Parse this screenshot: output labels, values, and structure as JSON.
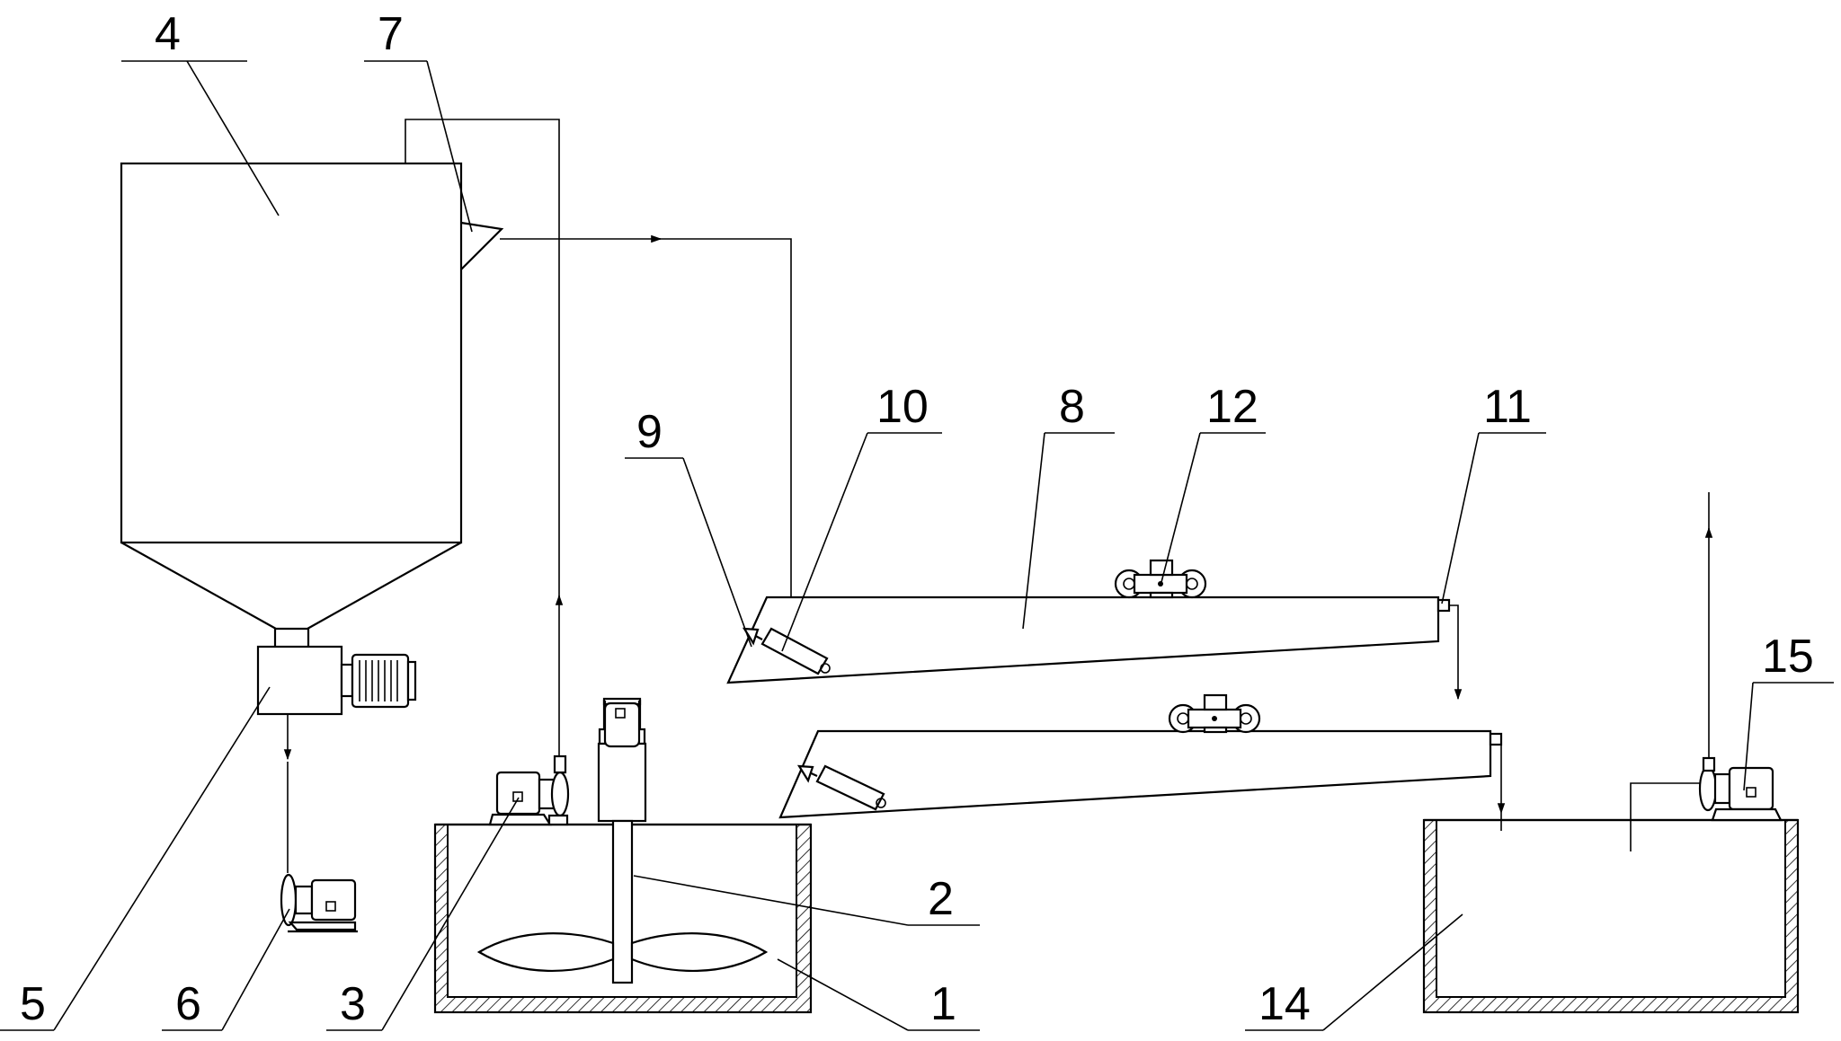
{
  "labels": {
    "l1": "1",
    "l2": "2",
    "l3": "3",
    "l4": "4",
    "l5": "5",
    "l6": "6",
    "l7": "7",
    "l8": "8",
    "l9": "9",
    "l10": "10",
    "l11": "11",
    "l12": "12",
    "l14": "14",
    "l15": "15"
  }
}
